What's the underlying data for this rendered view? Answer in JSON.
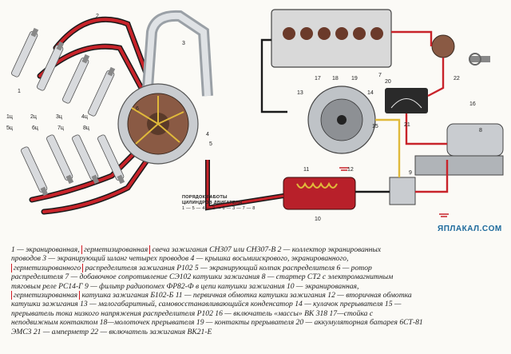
{
  "diagram": {
    "firing_order_title_1": "ПОРЯДОК РАБОТЫ",
    "firing_order_title_2": "ЦИЛИНДРОВ ДВИГАТЕЛЯ",
    "firing_order_sequence": "1 — 5 — 4 — 2 — 6 — 3 — 7 — 8",
    "left_plug_labels": [
      "1ц",
      "2ц",
      "3ц",
      "4ц"
    ],
    "right_plug_labels": [
      "5ц",
      "6ц",
      "7ц",
      "8ц"
    ],
    "part_numbers": [
      "1",
      "2",
      "3",
      "4",
      "5",
      "6",
      "7",
      "8",
      "9",
      "10",
      "11",
      "12",
      "13",
      "14",
      "15",
      "16",
      "17",
      "18",
      "19",
      "20",
      "21",
      "22"
    ],
    "colors": {
      "wire_red": "#c8232a",
      "wire_black": "#1a1a1a",
      "wire_yellow": "#e0b93a",
      "shield_silver": "#c9ccd0",
      "distributor_brown": "#8a5a44",
      "coil_red": "#b8202a"
    }
  },
  "watermark": "ЯПЛАКАЛ.COM",
  "caption": {
    "line1": [
      "1 — экранированная, ",
      "герметизированная",
      " свеча зажигания СН307 или СН307-В 2 — коллектор экранированных"
    ],
    "line2": "проводов 3 — экранирующий шланг четырех проводов 4 — крышка восьмиискрового, экранированного,",
    "line3": [
      "герметизированного",
      " распределителя зажигания Р102 5 — экранирующий колпак распределителя 6 — ротор"
    ],
    "line4": "распределителя 7 — добавочное сопротивление СЭ102 катушки зажигания 8 — стартер СТ2 с электромагнитным",
    "line5": "тяговым реле РС14-Г 9 — фильтр радиопомех ФР82-Ф в цепи катушки зажигания 10 — экранированная,",
    "line6": [
      "герметизированная",
      " катушка зажигания Б102-Б 11 — первичная обмотка катушки зажигания 12 — вторичная обмотка"
    ],
    "line7": "катушки зажигания 13 — малогабаритный, самовосстанавливающийся конденсатор 14 — кулачок прерывателя 15 —",
    "line8": "прерыватель тока низкого напряжения распределителя Р102 16 — включатель «массы» ВК 318 17—стойка с",
    "line9": "неподвижным контактом 18—молоточек прерывателя 19 — контакты прерывателя 20 — аккумуляторная батарея 6СТ-81",
    "line10": "ЭМС3 21 — амперметр 22 — включатель зажигания ВК21-Е"
  }
}
